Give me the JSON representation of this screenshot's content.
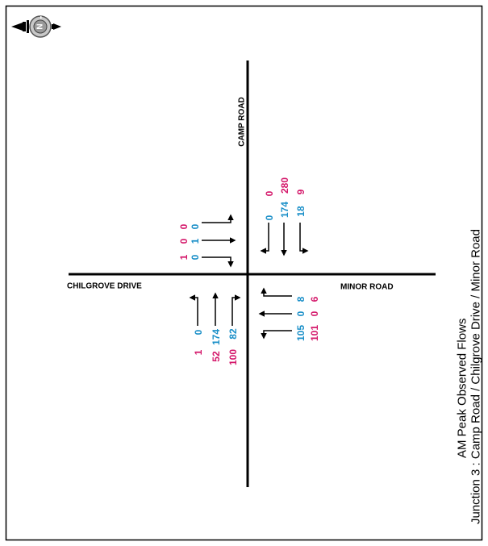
{
  "roads": {
    "north": "CAMP ROAD",
    "west": "CHILGROVE DRIVE",
    "east": "MINOR ROAD"
  },
  "colors": {
    "series_a": "#d4176a",
    "series_b": "#1a8fc8",
    "lines": "#000000"
  },
  "title": {
    "line1": "AM Peak Observed Flows",
    "line2": "Junction 3 : Camp Road / Chilgrove Drive / Minor Road"
  },
  "compass": {
    "letter": "N"
  },
  "flows": {
    "north_approach": {
      "left": {
        "magenta": "0",
        "blue": "0"
      },
      "ahead": {
        "magenta": "280",
        "blue": "174"
      },
      "right": {
        "magenta": "9",
        "blue": "18"
      }
    },
    "west_approach": {
      "left": {
        "magenta": "0",
        "blue": "0"
      },
      "ahead": {
        "magenta": "0",
        "blue": "1"
      },
      "right": {
        "magenta": "1",
        "blue": "0"
      }
    },
    "south_approach": {
      "left": {
        "magenta": "1",
        "blue": "0"
      },
      "ahead": {
        "magenta": "52",
        "blue": "174"
      },
      "right": {
        "magenta": "100",
        "blue": "82"
      }
    },
    "east_approach": {
      "left": {
        "magenta": "6",
        "blue": "8"
      },
      "ahead": {
        "magenta": "0",
        "blue": "0"
      },
      "right": {
        "magenta": "101",
        "blue": "105"
      }
    }
  }
}
